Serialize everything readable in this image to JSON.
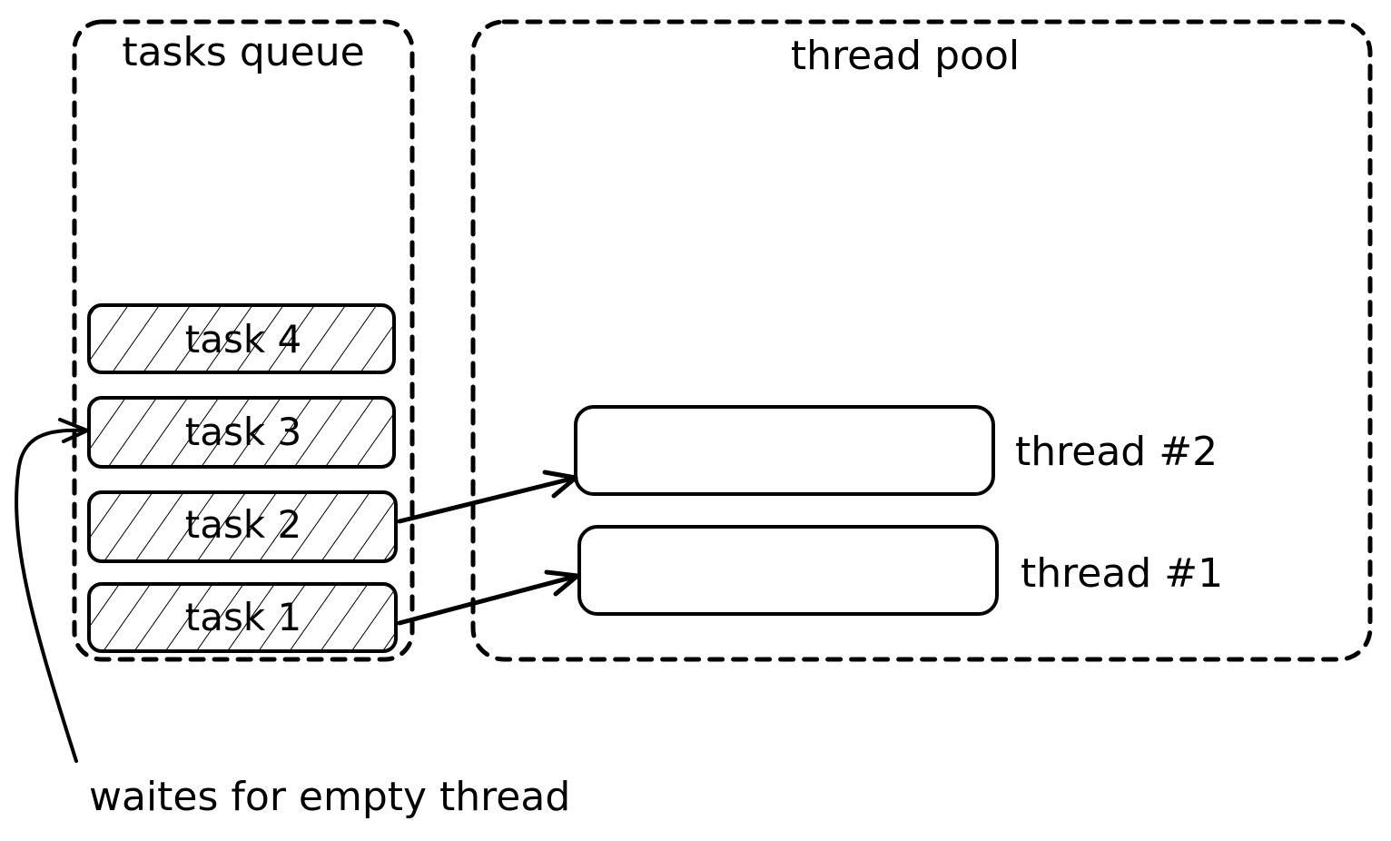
{
  "colors": {
    "stroke": "#000000",
    "background": "#ffffff"
  },
  "tasks_queue": {
    "title": "tasks queue",
    "tasks": [
      {
        "label": "task 4"
      },
      {
        "label": "task 3"
      },
      {
        "label": "task 2"
      },
      {
        "label": "task 1"
      }
    ]
  },
  "thread_pool": {
    "title": "thread pool",
    "threads": [
      {
        "label": "thread #2"
      },
      {
        "label": "thread #1"
      }
    ]
  },
  "arrows": [
    {
      "from": "task 2",
      "to": "thread #2"
    },
    {
      "from": "task 1",
      "to": "thread #1"
    },
    {
      "from": "note",
      "to": "task 3"
    }
  ],
  "note": {
    "text": "waites for empty thread"
  }
}
